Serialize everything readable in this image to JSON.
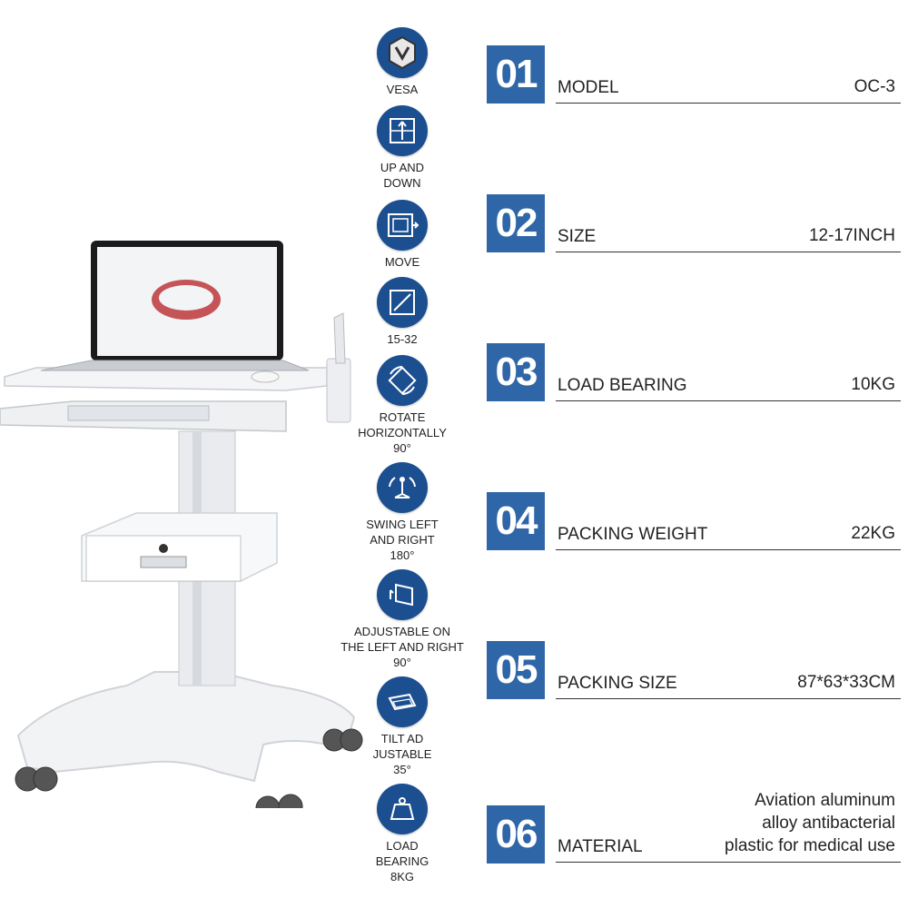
{
  "features": [
    {
      "icon": "vesa-badge-icon",
      "label": "VESA"
    },
    {
      "icon": "up-down-icon",
      "label": "UP AND\nDOWN"
    },
    {
      "icon": "move-arrow-icon",
      "label": "MOVE"
    },
    {
      "icon": "monitor-size-icon",
      "label": "15-32"
    },
    {
      "icon": "rotate-icon",
      "label": "ROTATE\nHORIZONTALLY\n90°"
    },
    {
      "icon": "swing-icon",
      "label": "SWING LEFT\nAND RIGHT\n180°"
    },
    {
      "icon": "adjust-side-icon",
      "label": "ADJUSTABLE ON\nTHE LEFT AND RIGHT\n90°"
    },
    {
      "icon": "tilt-icon",
      "label": "TILT AD\nJUSTABLE\n35°"
    },
    {
      "icon": "load-weight-icon",
      "label": "LOAD\nBEARING\n8KG"
    }
  ],
  "specs": [
    {
      "num": "01",
      "name": "MODEL",
      "value": "OC-3"
    },
    {
      "num": "02",
      "name": "SIZE",
      "value": "12-17INCH"
    },
    {
      "num": "03",
      "name": "LOAD BEARING",
      "value": "10KG"
    },
    {
      "num": "04",
      "name": "PACKING WEIGHT",
      "value": "22KG"
    },
    {
      "num": "05",
      "name": "PACKING SIZE",
      "value": "87*63*33CM"
    },
    {
      "num": "06",
      "name": "MATERIAL",
      "value": "Aviation aluminum\nalloy antibacterial\nplastic for medical use"
    }
  ],
  "colors": {
    "icon_circle": "#1c4f8f",
    "number_box": "#2f66a8"
  }
}
